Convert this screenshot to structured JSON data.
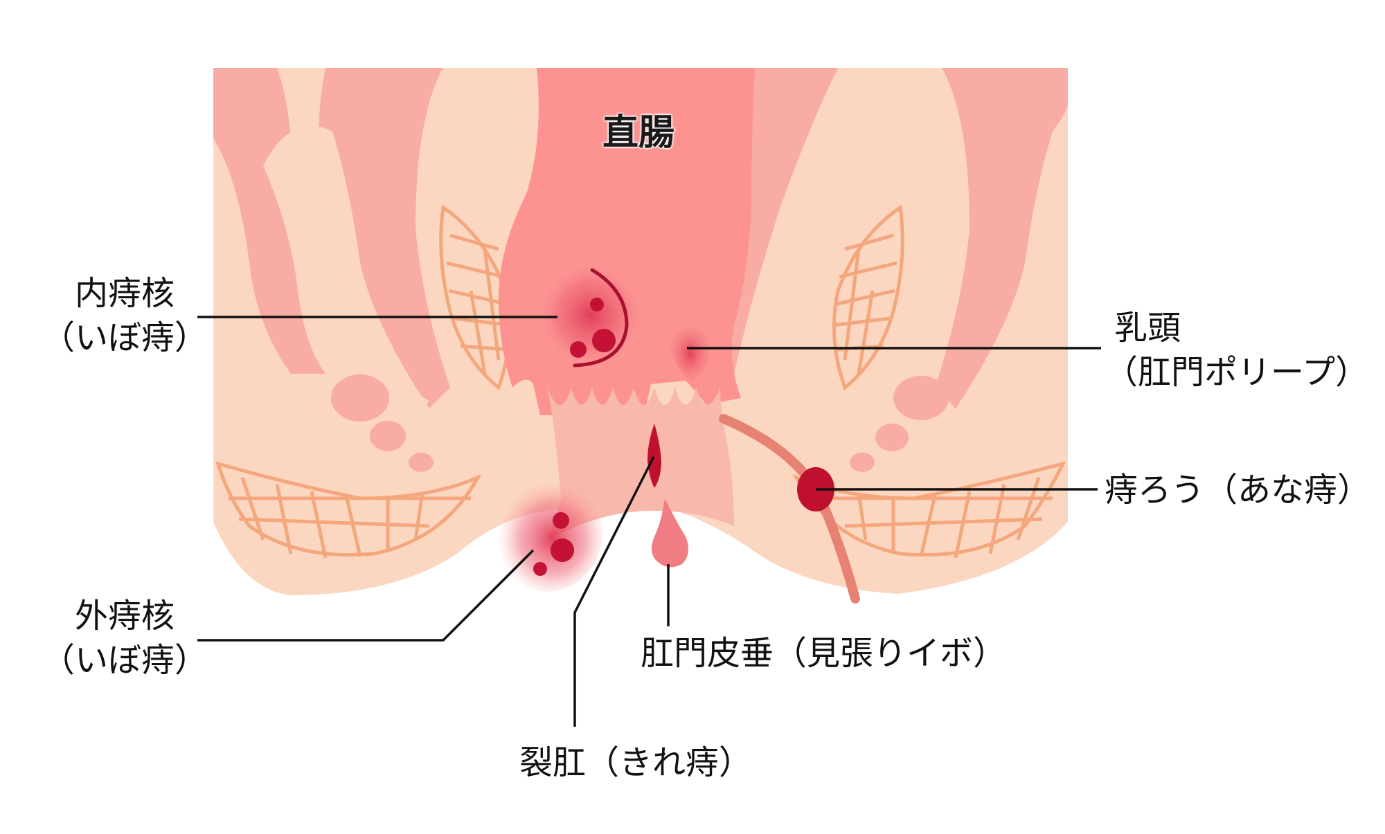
{
  "labels": {
    "rectum": "直腸",
    "internal_hemorrhoid": {
      "line1": "内痔核",
      "line2": "（いぼ痔）"
    },
    "external_hemorrhoid": {
      "line1": "外痔核",
      "line2": "（いぼ痔）"
    },
    "papilla": {
      "line1": "乳頭",
      "line2": "（肛門ポリープ）"
    },
    "anal_fistula": "痔ろう（あな痔）",
    "skin_tag": "肛門皮垂（見張りイボ）",
    "anal_fissure": "裂肛（きれ痔）"
  },
  "colors": {
    "tissue": "#fbd7c1",
    "muscle": "#f8aca4",
    "rectum_wall": "#fd9391",
    "mesh": "#f4a77c",
    "lesion": "#b8102f",
    "leader_line": "#111111"
  }
}
